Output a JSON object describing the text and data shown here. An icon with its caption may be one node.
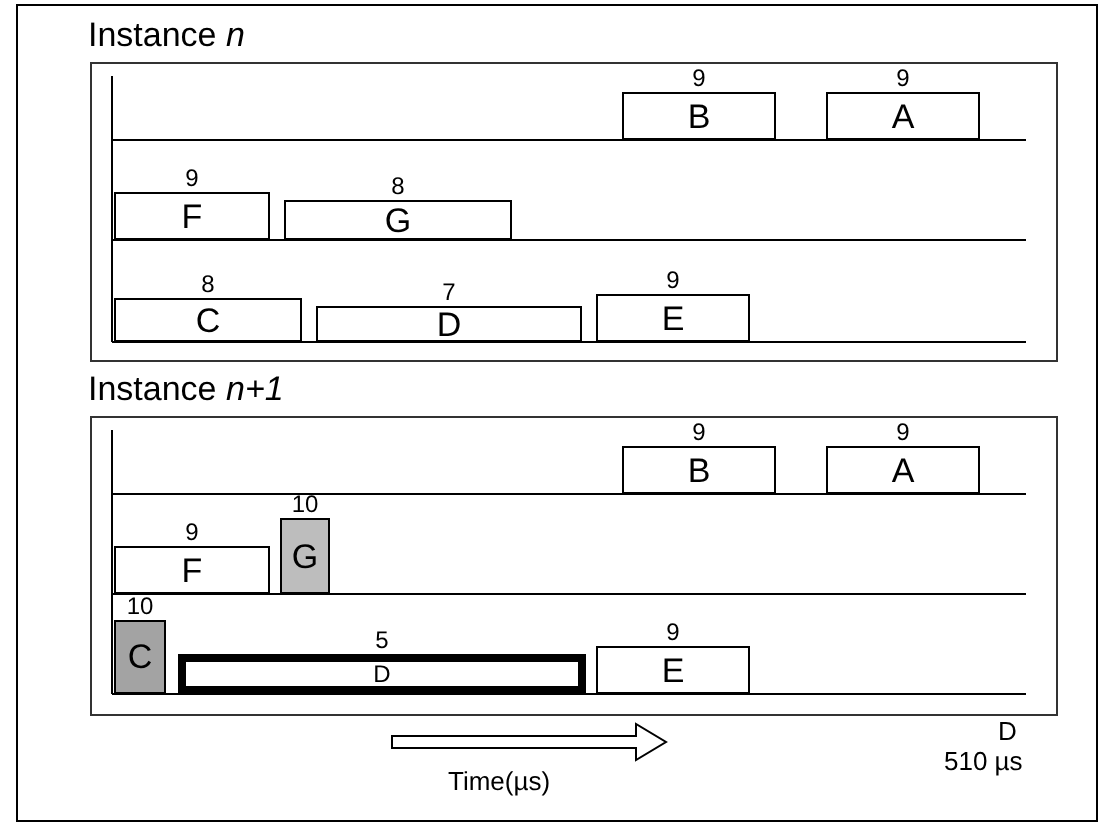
{
  "diagram": {
    "nodes": [
      {
        "text": [
          "Instance *n*"
        ]
      },
      {
        "text": [
          "B"
        ],
        "in": 0,
        "beside": [
          "9"
        ]
      },
      {
        "text": [
          "A"
        ],
        "in": 0,
        "beside": [
          "9"
        ]
      },
      {
        "text": [
          "F"
        ],
        "in": 0,
        "beside": [
          "9"
        ]
      },
      {
        "text": [
          "G"
        ],
        "in": 0,
        "beside": [
          "8"
        ]
      },
      {
        "text": [
          "C"
        ],
        "in": 0,
        "beside": [
          "8"
        ]
      },
      {
        "text": [
          "D"
        ],
        "in": 0,
        "beside": [
          "7"
        ]
      },
      {
        "text": [
          "E"
        ],
        "in": 0,
        "beside": [
          "9"
        ]
      },
      {
        "text": [
          "Instance *n+1*"
        ]
      },
      {
        "text": [
          "B"
        ],
        "in": 8,
        "beside": [
          "9"
        ]
      },
      {
        "text": [
          "A"
        ],
        "in": 8,
        "beside": [
          "9"
        ]
      },
      {
        "text": [
          "F"
        ],
        "in": 8,
        "beside": [
          "9"
        ]
      },
      {
        "text": [
          "G"
        ],
        "in": 8,
        "beside": [
          "10"
        ]
      },
      {
        "text": [
          "C"
        ],
        "in": 8,
        "beside": [
          "10"
        ]
      },
      {
        "text": [
          "D"
        ],
        "in": 8,
        "beside": [
          "5"
        ]
      },
      {
        "text": [
          "E"
        ],
        "in": 8,
        "beside": [
          "9"
        ]
      }
    ],
    "edges": [],
    "labels": [
      "D",
      "510 µs",
      "Time(µs)"
    ]
  }
}
